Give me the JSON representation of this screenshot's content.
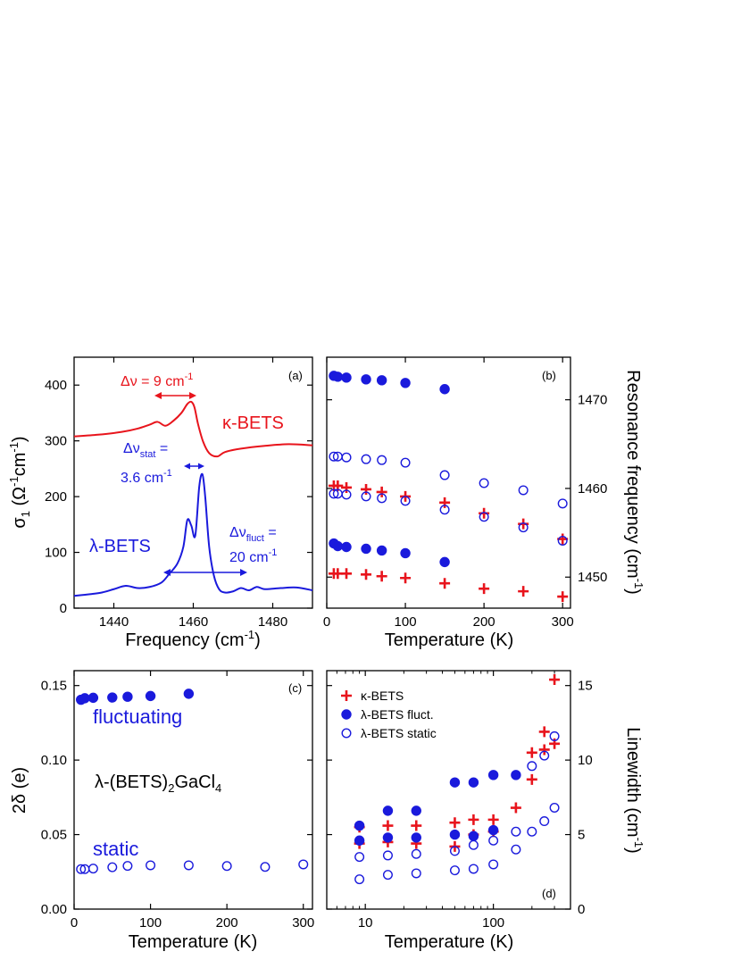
{
  "colors": {
    "red": "#e8141c",
    "blue": "#1a1adc",
    "black": "#000000"
  },
  "chart_data": [
    {
      "panel": "a",
      "type": "line",
      "panel_label": "(a)",
      "xlabel": "Frequency (cm",
      "xlabel_sup": "-1",
      "xlabel_end": ")",
      "ylabel": "σ",
      "ylabel_sub": "1",
      "ylabel_mid": " (Ω",
      "ylabel_sup1": "-1",
      "ylabel_mid2": "cm",
      "ylabel_sup2": "-1",
      "ylabel_end": ")",
      "xlim": [
        1430,
        1490
      ],
      "ylim": [
        0,
        450
      ],
      "xticks": [
        "1440",
        "1460",
        "1480"
      ],
      "xtick_values": [
        1440,
        1460,
        1480
      ],
      "yticks": [
        "0",
        "100",
        "200",
        "300",
        "400"
      ],
      "ytick_values": [
        0,
        100,
        200,
        300,
        400
      ],
      "series": [
        {
          "name": "κ-BETS",
          "color": "#e8141c",
          "x": [
            1430,
            1436,
            1442,
            1446,
            1449,
            1451,
            1453,
            1455,
            1457,
            1458.5,
            1459.5,
            1460.3,
            1461.2,
            1462.5,
            1464,
            1466,
            1468,
            1472,
            1478,
            1484,
            1490
          ],
          "y": [
            308,
            311,
            316,
            322,
            329,
            334,
            327,
            336,
            350,
            366,
            370,
            360,
            330,
            298,
            278,
            272,
            280,
            286,
            291,
            294,
            292
          ]
        },
        {
          "name": "λ-BETS",
          "color": "#1a1adc",
          "x": [
            1430,
            1434,
            1437,
            1440,
            1443,
            1446,
            1449,
            1452,
            1454,
            1456,
            1457.5,
            1458.5,
            1459.5,
            1460.5,
            1461.5,
            1462.3,
            1463,
            1464,
            1465.2,
            1466.5,
            1468,
            1470,
            1472,
            1474,
            1476,
            1478,
            1482,
            1486,
            1490
          ],
          "y": [
            22,
            25,
            28,
            34,
            40,
            36,
            38,
            46,
            62,
            80,
            110,
            158,
            148,
            130,
            218,
            240,
            200,
            110,
            58,
            34,
            28,
            30,
            36,
            32,
            38,
            34,
            36,
            37,
            32
          ]
        }
      ],
      "annotations": {
        "kappa_label": "κ-BETS",
        "lambda_label": "λ-BETS",
        "dv": "Δν = 9 cm",
        "dv_sup": "-1",
        "dvstat": "Δν",
        "dvstat_sub": "stat",
        "dvstat_eq": " =",
        "dvstat_val": "3.6 cm",
        "dvstat_sup": "-1",
        "dvfluct": "Δν",
        "dvfluct_sub": "fluct",
        "dvfluct_eq": " =",
        "dvfluct_val": "20 cm",
        "dvfluct_sup": "-1"
      }
    },
    {
      "panel": "b",
      "type": "scatter",
      "panel_label": "(b)",
      "xlabel": "Temperature (K)",
      "ylabel": "Resonance frequency (cm",
      "ylabel_sup": "-1",
      "ylabel_end": ")",
      "xlim": [
        0,
        310
      ],
      "ylim": [
        1446.5,
        1474.8
      ],
      "xticks": [
        "0",
        "100",
        "200",
        "300"
      ],
      "xtick_values": [
        0,
        100,
        200,
        300
      ],
      "yticks": [
        "1450",
        "1460",
        "1470"
      ],
      "ytick_values": [
        1450,
        1460,
        1470
      ],
      "series": [
        {
          "name": "λ-BETS fluct. high",
          "marker": "filled",
          "color": "#1a1adc",
          "x": [
            9,
            14,
            25,
            50,
            70,
            100,
            150
          ],
          "y": [
            1472.7,
            1472.6,
            1472.5,
            1472.3,
            1472.2,
            1471.9,
            1471.2
          ]
        },
        {
          "name": "λ-BETS static high",
          "marker": "open",
          "color": "#1a1adc",
          "x": [
            9,
            14,
            25,
            50,
            70,
            100,
            150,
            200,
            250,
            300
          ],
          "y": [
            1463.6,
            1463.6,
            1463.5,
            1463.3,
            1463.2,
            1462.9,
            1461.5,
            1460.6,
            1459.8,
            1458.3
          ]
        },
        {
          "name": "κ-BETS high",
          "marker": "plus",
          "color": "#e8141c",
          "x": [
            9,
            14,
            25,
            50,
            70,
            100,
            150,
            200,
            250,
            300
          ],
          "y": [
            1460.3,
            1460.3,
            1460.1,
            1459.9,
            1459.6,
            1459.1,
            1458.4,
            1457.2,
            1456.0,
            1454.3
          ]
        },
        {
          "name": "λ-BETS static low",
          "marker": "open",
          "color": "#1a1adc",
          "x": [
            9,
            14,
            25,
            50,
            70,
            100,
            150,
            200,
            250,
            300
          ],
          "y": [
            1459.4,
            1459.4,
            1459.3,
            1459.1,
            1458.9,
            1458.6,
            1457.6,
            1456.8,
            1455.6,
            1454.1
          ]
        },
        {
          "name": "λ-BETS fluct. low",
          "marker": "filled",
          "color": "#1a1adc",
          "x": [
            9,
            14,
            25,
            50,
            70,
            100,
            150
          ],
          "y": [
            1453.8,
            1453.5,
            1453.4,
            1453.2,
            1453.0,
            1452.7,
            1451.7
          ]
        },
        {
          "name": "κ-BETS low",
          "marker": "plus",
          "color": "#e8141c",
          "x": [
            9,
            14,
            25,
            50,
            70,
            100,
            150,
            200,
            250,
            300
          ],
          "y": [
            1450.4,
            1450.4,
            1450.4,
            1450.3,
            1450.1,
            1449.9,
            1449.3,
            1448.7,
            1448.4,
            1447.8
          ]
        }
      ]
    },
    {
      "panel": "c",
      "type": "scatter",
      "panel_label": "(c)",
      "xlabel": "Temperature (K)",
      "ylabel": "2δ (e)",
      "xlim": [
        0,
        312
      ],
      "ylim": [
        0,
        0.16
      ],
      "xticks": [
        "0",
        "100",
        "200",
        "300"
      ],
      "xtick_values": [
        0,
        100,
        200,
        300
      ],
      "yticks": [
        "0.00",
        "0.05",
        "0.10",
        "0.15"
      ],
      "ytick_values": [
        0,
        0.05,
        0.1,
        0.15
      ],
      "series": [
        {
          "name": "fluctuating",
          "marker": "filled",
          "color": "#1a1adc",
          "x": [
            9,
            14,
            25,
            50,
            70,
            100,
            150
          ],
          "y": [
            0.1405,
            0.1415,
            0.1418,
            0.142,
            0.1425,
            0.143,
            0.1445
          ]
        },
        {
          "name": "static",
          "marker": "open",
          "color": "#1a1adc",
          "x": [
            9,
            14,
            25,
            50,
            70,
            100,
            150,
            200,
            250,
            300
          ],
          "y": [
            0.0268,
            0.0268,
            0.0272,
            0.0281,
            0.029,
            0.0294,
            0.0294,
            0.0289,
            0.0283,
            0.03
          ]
        }
      ],
      "annotations": {
        "fluctuating": "fluctuating",
        "static": "static",
        "compound_a": "λ-(BETS)",
        "compound_sub1": "2",
        "compound_b": "GaCl",
        "compound_sub2": "4"
      }
    },
    {
      "panel": "d",
      "type": "scatter",
      "panel_label": "(d)",
      "xlabel": "Temperature (K)",
      "ylabel": "Linewidth (cm",
      "ylabel_sup": "-1",
      "ylabel_end": ")",
      "xscale": "log",
      "xlim": [
        5,
        400
      ],
      "ylim": [
        0,
        16
      ],
      "xticks": [
        "10",
        "100"
      ],
      "xtick_values": [
        10,
        100
      ],
      "yticks": [
        "0",
        "5",
        "10",
        "15"
      ],
      "ytick_values": [
        0,
        5,
        10,
        15
      ],
      "legend": {
        "position": "top-left",
        "entries": [
          "κ-BETS",
          "λ-BETS fluct.",
          "λ-BETS static"
        ]
      },
      "series": [
        {
          "name": "κ-BETS",
          "marker": "plus",
          "color": "#e8141c",
          "x": [
            9,
            15,
            25,
            50,
            70,
            100,
            150,
            200,
            250,
            300,
            9,
            15,
            25,
            50,
            70,
            100,
            200,
            250,
            300
          ],
          "y": [
            5.5,
            5.6,
            5.6,
            5.8,
            6.0,
            6.0,
            6.8,
            8.7,
            11.9,
            15.4,
            4.4,
            4.5,
            4.4,
            4.2,
            5.0,
            5.2,
            10.5,
            10.7,
            11.1
          ]
        },
        {
          "name": "λ-BETS fluct.",
          "marker": "filled",
          "color": "#1a1adc",
          "x": [
            9,
            15,
            25,
            50,
            70,
            100,
            150,
            9,
            15,
            25,
            50,
            70,
            100
          ],
          "y": [
            5.6,
            6.6,
            6.6,
            8.5,
            8.5,
            9.0,
            9.0,
            4.6,
            4.8,
            4.8,
            5.0,
            4.9,
            5.3
          ]
        },
        {
          "name": "λ-BETS static",
          "marker": "open",
          "color": "#1a1adc",
          "x": [
            9,
            15,
            25,
            50,
            70,
            100,
            150,
            200,
            250,
            300,
            9,
            15,
            25,
            50,
            70,
            100,
            150,
            200,
            250,
            300
          ],
          "y": [
            3.5,
            3.6,
            3.7,
            3.9,
            4.3,
            4.6,
            5.2,
            9.6,
            10.3,
            11.6,
            2.0,
            2.3,
            2.4,
            2.6,
            2.7,
            3.0,
            4.0,
            5.2,
            5.9,
            6.8
          ]
        }
      ]
    }
  ]
}
